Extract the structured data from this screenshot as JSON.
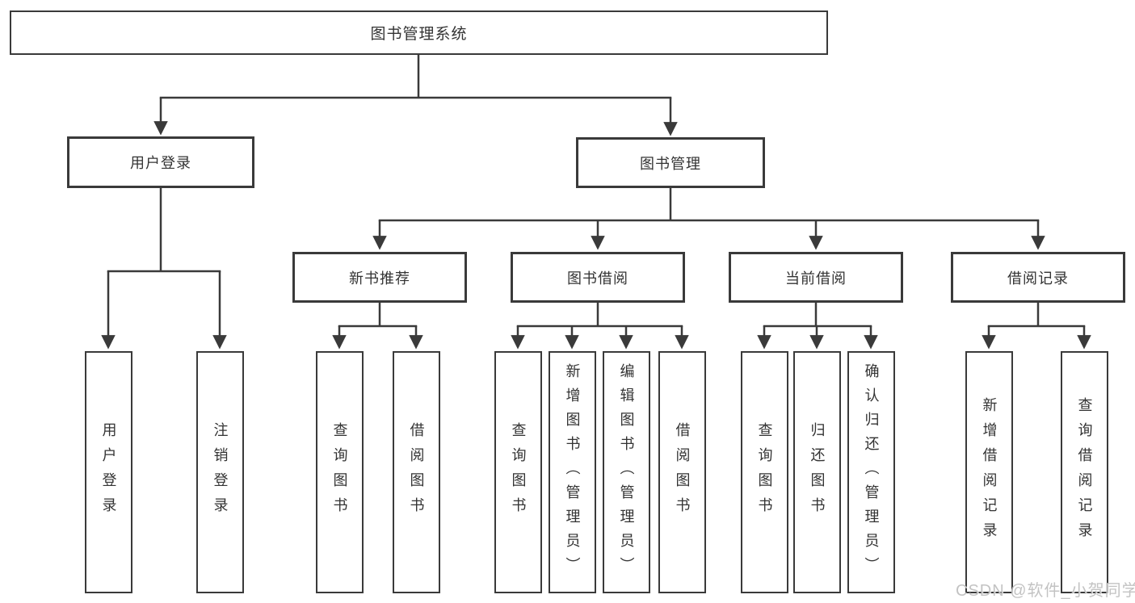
{
  "diagram_type": "hierarchy-tree",
  "root": {
    "label": "图书管理系统"
  },
  "level2": [
    {
      "label": "用户登录"
    },
    {
      "label": "图书管理"
    }
  ],
  "level3": [
    {
      "label": "新书推荐"
    },
    {
      "label": "图书借阅"
    },
    {
      "label": "当前借阅"
    },
    {
      "label": "借阅记录"
    }
  ],
  "leaves": {
    "user_login": [
      "用户登录",
      "注销登录"
    ],
    "new_books": [
      "查询图书",
      "借阅图书"
    ],
    "book_borrow": [
      "查询图书",
      "新增图书（管理员）",
      "编辑图书（管理员）",
      "借阅图书"
    ],
    "current_borrow": [
      "查询图书",
      "归还图书",
      "确认归还（管理员）"
    ],
    "borrow_records": [
      "新增借阅记录",
      "查询借阅记录"
    ]
  },
  "watermark": "CSDN @软件_小贺同学",
  "colors": {
    "line": "#3a3a3a",
    "text": "#333333",
    "background": "#ffffff",
    "watermark": "#bebebe"
  }
}
